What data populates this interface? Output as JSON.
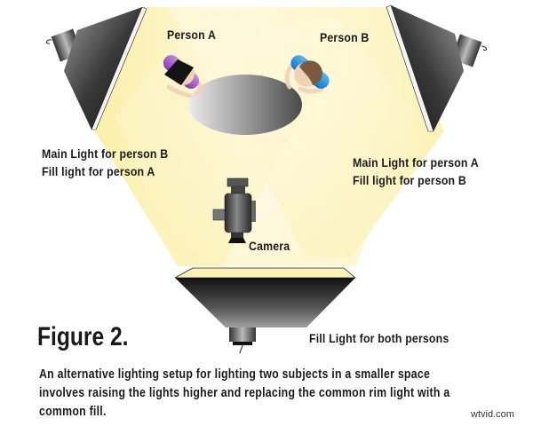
{
  "figure": {
    "title": "Figure 2.",
    "caption_lines": [
      "An alternative lighting setup for lighting two subjects in a smaller space",
      "involves raising the lights higher and replacing the common rim light with a",
      "common fill."
    ]
  },
  "labels": {
    "person_a": "Person A",
    "person_b": "Person B",
    "camera": "Camera",
    "left_light_line1": "Main Light for person B",
    "left_light_line2": "Fill light for person A",
    "right_light_line1": "Main Light for person A",
    "right_light_line2": "Fill light for person B",
    "bottom_light": "Fill Light for both persons"
  },
  "colors": {
    "light_beam": "#fdf6c8",
    "softbox_dark": "#1e1e1e",
    "softbox_light": "#8a8a8a",
    "person_a_shirt": "#a050c0",
    "person_a_hair": "#111111",
    "person_b_shirt": "#1a8ed8",
    "person_b_hair": "#7a5a40",
    "skin": "#f2d2b4",
    "table_dark": "#555555",
    "table_light": "#e8e8e8"
  },
  "watermark": "wtvid.com"
}
